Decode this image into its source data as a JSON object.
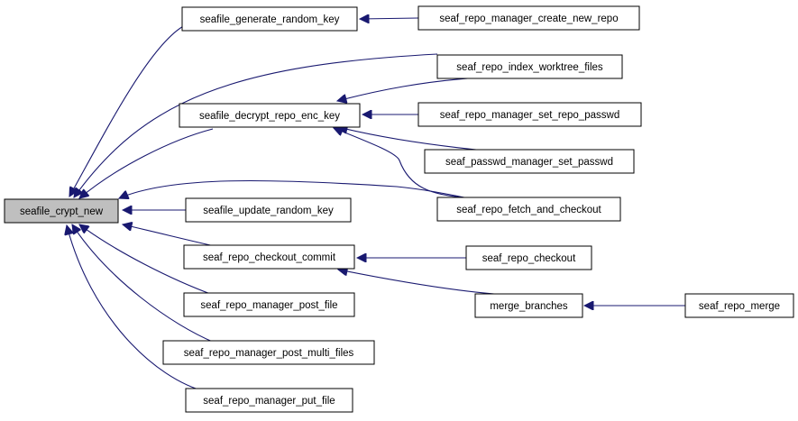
{
  "colors": {
    "edge": "#191970",
    "node_fill": "#ffffff",
    "root_fill": "#bfbfbf",
    "border": "#000000"
  },
  "nodes": {
    "crypt_new": "seafile_crypt_new",
    "gen_key": "seafile_generate_random_key",
    "create_repo": "seaf_repo_manager_create_new_repo",
    "index_worktree": "seaf_repo_index_worktree_files",
    "decrypt_key": "seafile_decrypt_repo_enc_key",
    "set_repo_passwd": "seaf_repo_manager_set_repo_passwd",
    "passwd_mgr": "seaf_passwd_manager_set_passwd",
    "fetch_checkout": "seaf_repo_fetch_and_checkout",
    "update_key": "seafile_update_random_key",
    "checkout_commit": "seaf_repo_checkout_commit",
    "repo_checkout": "seaf_repo_checkout",
    "merge_branches": "merge_branches",
    "repo_merge": "seaf_repo_merge",
    "post_file": "seaf_repo_manager_post_file",
    "post_multi": "seaf_repo_manager_post_multi_files",
    "put_file": "seaf_repo_manager_put_file"
  }
}
